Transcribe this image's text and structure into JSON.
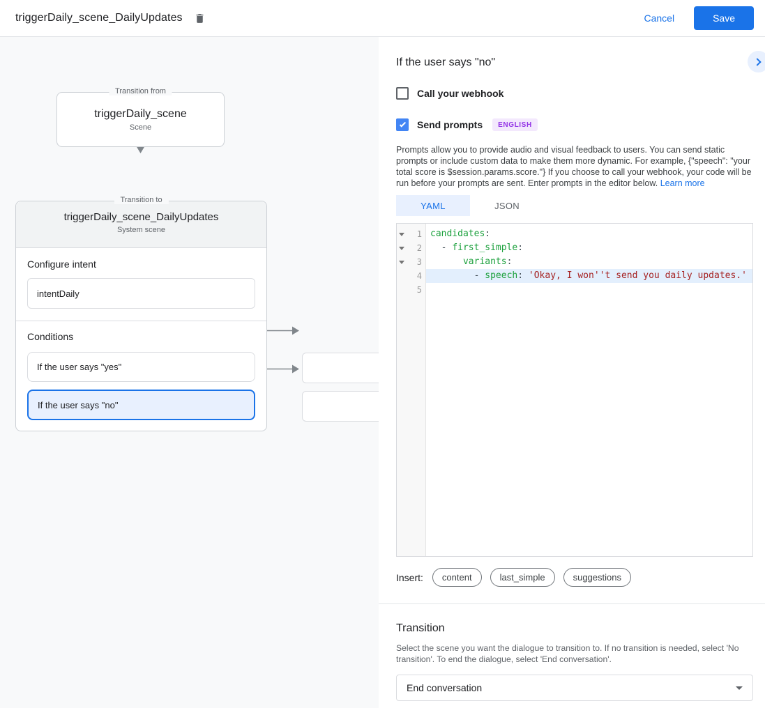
{
  "header": {
    "title": "triggerDaily_scene_DailyUpdates",
    "cancel_label": "Cancel",
    "save_label": "Save"
  },
  "diagram": {
    "from": {
      "legend": "Transition from",
      "title": "triggerDaily_scene",
      "subtitle": "Scene"
    },
    "to": {
      "legend": "Transition to",
      "title": "triggerDaily_scene_DailyUpdates",
      "subtitle": "System scene",
      "configure_intent_label": "Configure intent",
      "intent_value": "intentDaily",
      "conditions_label": "Conditions",
      "conditions": [
        {
          "label": "If the user says \"yes\"",
          "selected": false
        },
        {
          "label": "If the user says \"no\"",
          "selected": true
        }
      ]
    }
  },
  "panel": {
    "title": "If the user says \"no\"",
    "webhook": {
      "label": "Call your webhook",
      "checked": false
    },
    "prompts": {
      "label": "Send prompts",
      "checked": true,
      "language_badge": "ENGLISH"
    },
    "description": "Prompts allow you to provide audio and visual feedback to users. You can send static prompts or include custom data to make them more dynamic. For example, {\"speech\": \"your total score is $session.params.score.\"} If you choose to call your webhook, your code will be run before your prompts are sent. Enter prompts in the editor below.",
    "learn_more_label": "Learn more",
    "tabs": [
      {
        "label": "YAML",
        "active": true
      },
      {
        "label": "JSON",
        "active": false
      }
    ],
    "editor": {
      "lines": [
        {
          "num": "1",
          "fold": true,
          "highlight": false,
          "tokens": [
            {
              "t": "candidates",
              "c": "key"
            },
            {
              "t": ":",
              "c": "plain"
            }
          ]
        },
        {
          "num": "2",
          "fold": true,
          "highlight": false,
          "tokens": [
            {
              "t": "  - ",
              "c": "plain"
            },
            {
              "t": "first_simple",
              "c": "key"
            },
            {
              "t": ":",
              "c": "plain"
            }
          ]
        },
        {
          "num": "3",
          "fold": true,
          "highlight": false,
          "tokens": [
            {
              "t": "      ",
              "c": "plain"
            },
            {
              "t": "variants",
              "c": "key"
            },
            {
              "t": ":",
              "c": "plain"
            }
          ]
        },
        {
          "num": "4",
          "fold": false,
          "highlight": true,
          "tokens": [
            {
              "t": "        - ",
              "c": "plain"
            },
            {
              "t": "speech",
              "c": "key"
            },
            {
              "t": ": ",
              "c": "plain"
            },
            {
              "t": "'Okay, I won''t send you daily updates.'",
              "c": "string"
            }
          ]
        },
        {
          "num": "5",
          "fold": false,
          "highlight": false,
          "tokens": []
        }
      ]
    },
    "insert": {
      "label": "Insert:",
      "chips": [
        "content",
        "last_simple",
        "suggestions"
      ]
    },
    "transition": {
      "title": "Transition",
      "description": "Select the scene you want the dialogue to transition to. If no transition is needed, select 'No transition'. To end the dialogue, select 'End conversation'.",
      "value": "End conversation"
    }
  },
  "colors": {
    "accent_blue": "#1a73e8",
    "checkbox_blue": "#4285f4",
    "selected_condition_bg": "#e8f0fe",
    "badge_bg": "#f3e8fd",
    "badge_text": "#9334e6",
    "code_key_green": "#1ba03c",
    "code_string_red": "#a52121",
    "active_line_bg": "#e3effd",
    "canvas_bg": "#f8f9fa",
    "node_header_bg": "#f1f3f4",
    "connector_gray": "#80868b"
  }
}
